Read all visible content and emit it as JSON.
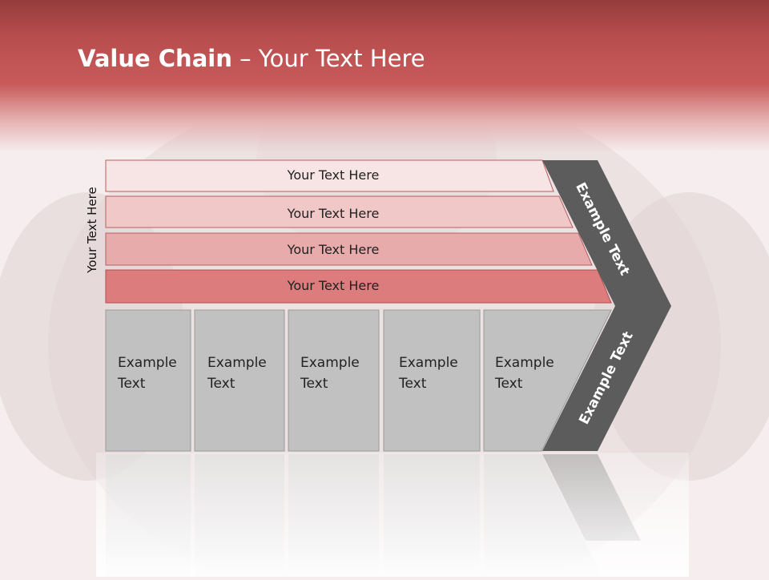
{
  "title": {
    "bold": "Value Chain",
    "rest": " – Your Text Here"
  },
  "side_label": "Your Text Here",
  "bands": [
    "Your Text Here",
    "Your Text Here",
    "Your Text Here",
    "Your Text Here"
  ],
  "boxes": [
    {
      "line1": "Example",
      "line2": "Text"
    },
    {
      "line1": "Example",
      "line2": "Text"
    },
    {
      "line1": "Example",
      "line2": "Text"
    },
    {
      "line1": "Example",
      "line2": "Text"
    },
    {
      "line1": "Example",
      "line2": "Text"
    }
  ],
  "chevron": {
    "top_label": "Example Text",
    "bottom_label": "Example Text"
  },
  "colors": {
    "header": "#c85a5a",
    "band1": "#f7e4e4",
    "band2": "#f0c8c8",
    "band3": "#e8abab",
    "band4": "#dc7c7c",
    "box": "#c1c1c1",
    "chevron": "#5c5c5c"
  }
}
